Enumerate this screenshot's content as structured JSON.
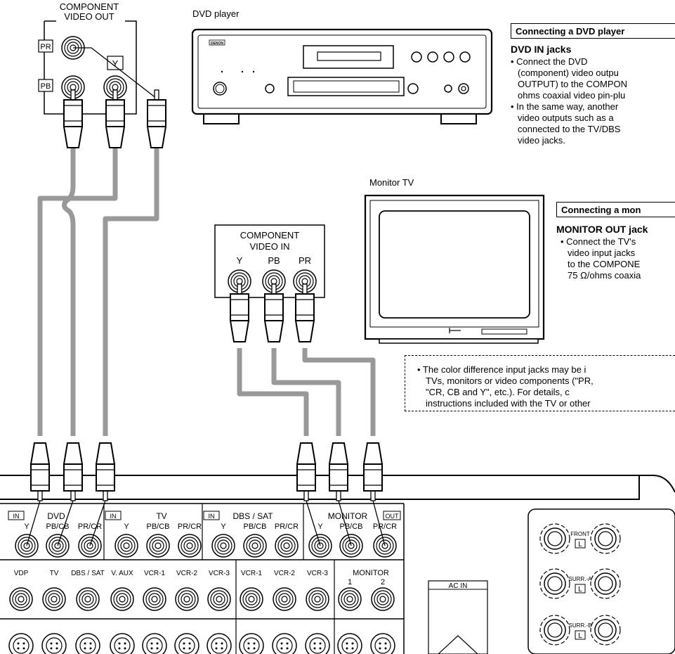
{
  "source_panel": {
    "title_line1": "COMPONENT",
    "title_line2": "VIDEO OUT",
    "pr": "PR",
    "pb": "PB",
    "y": "Y"
  },
  "dvd_player": {
    "caption": "DVD player",
    "brand": "DENON"
  },
  "monitor_tv": {
    "caption": "Monitor TV"
  },
  "dest_panel": {
    "title_line1": "COMPONENT",
    "title_line2": "VIDEO IN",
    "y": "Y",
    "pb": "PB",
    "pr": "PR"
  },
  "section_dvd": {
    "header": "Connecting a DVD player",
    "subheader": "DVD IN jacks",
    "lines": [
      "• Connect    the    DVD",
      "(component) video outpu",
      "OUTPUT) to the COMPON",
      "ohms coaxial video pin-plu",
      "• In the same way, another",
      "video outputs such as a",
      "connected to the TV/DBS",
      "video jacks."
    ]
  },
  "section_monitor": {
    "header": "Connecting a mon",
    "subheader": "MONITOR OUT jack",
    "lines": [
      "• Connect the TV's",
      "video input jacks",
      "to the COMPONE",
      "75 Ω/ohms coaxia"
    ]
  },
  "note": {
    "lines": [
      "• The color difference input jacks may be i",
      "TVs, monitors or video components (\"PR,",
      "\"CR, CB and Y\", etc.). For details, c",
      "instructions included with the TV or other"
    ]
  },
  "receiver_panel": {
    "row1_groups": [
      {
        "in_tag": "IN",
        "label": "DVD"
      },
      {
        "in_tag": "IN",
        "label": "TV"
      },
      {
        "in_tag": "IN",
        "label": "DBS / SAT"
      },
      {
        "in_tag": "MONITOR",
        "out_tag": "OUT"
      }
    ],
    "row1_jacks": [
      "Y",
      "PB/CB",
      "PR/CR",
      "Y",
      "PB/CB",
      "PR/CR",
      "Y",
      "PB/CB",
      "PR/CR",
      "Y",
      "PB/CB",
      "PR/CR"
    ],
    "row2_labels": [
      "VDP",
      "TV",
      "DBS / SAT",
      "V. AUX",
      "VCR-1",
      "VCR-2",
      "VCR-3",
      "VCR-1",
      "VCR-2",
      "VCR-3"
    ],
    "row2_monitor": {
      "label": "MONITOR",
      "n1": "1",
      "n2": "2"
    },
    "ac_in": "AC IN",
    "speakers": [
      {
        "label": "FRONT",
        "ch": "L"
      },
      {
        "label": "SURR.-A",
        "ch": "L"
      },
      {
        "label": "SURR.-B",
        "ch": "L"
      }
    ]
  }
}
